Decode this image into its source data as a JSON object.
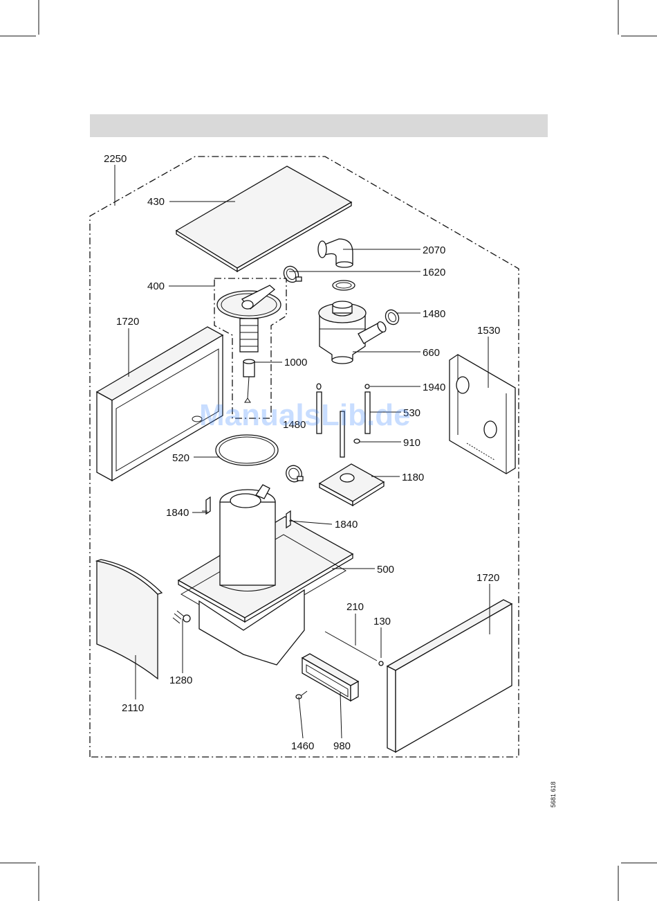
{
  "labels": {
    "l2250": "2250",
    "l430": "430",
    "l2070": "2070",
    "l1620": "1620",
    "l400": "400",
    "l1480": "1480",
    "l1720a": "1720",
    "l1530": "1530",
    "l660": "660",
    "l1000": "1000",
    "l1940": "1940",
    "l530": "530",
    "l1480b": "1480",
    "l910": "910",
    "l520": "520",
    "l1180": "1180",
    "l1840a": "1840",
    "l1840b": "1840",
    "l500": "500",
    "l1720b": "1720",
    "l210": "210",
    "l130": "130",
    "l1280": "1280",
    "l2110": "2110",
    "l1460": "1460",
    "l980": "980"
  },
  "doc_number": "5681 618",
  "watermark": "ManualsLib.de"
}
